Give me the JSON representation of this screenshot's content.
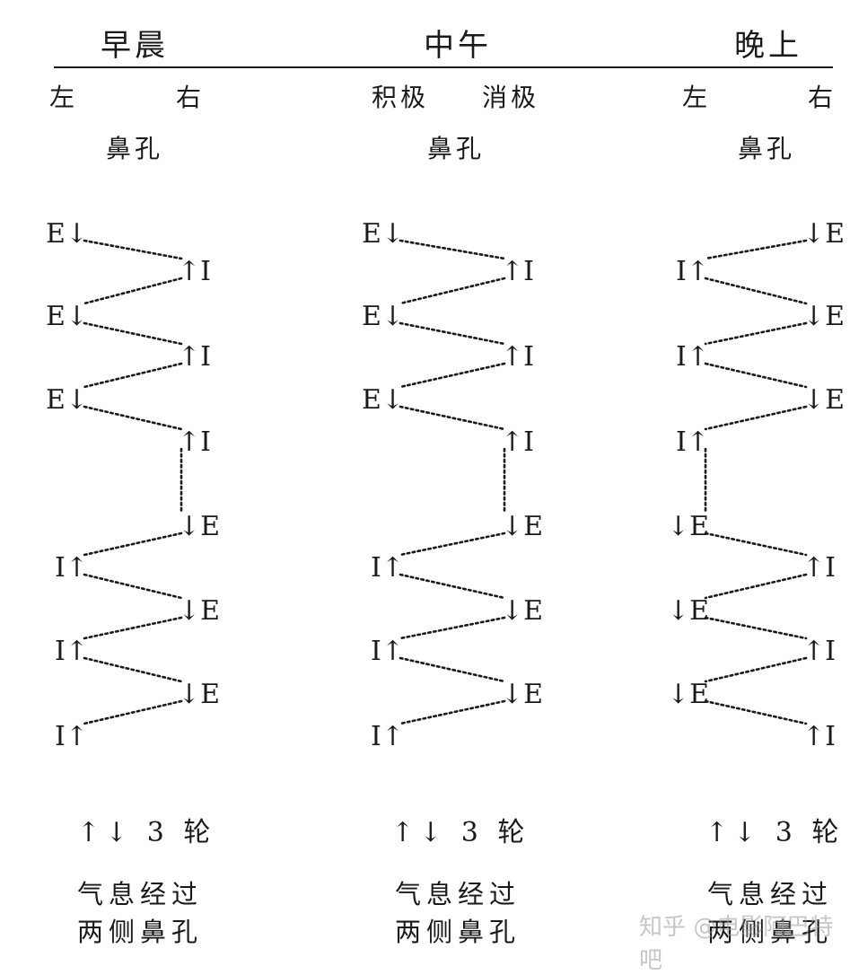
{
  "columns": [
    {
      "period": "早晨",
      "left_label": "左",
      "right_label": "右",
      "nostril_label": "鼻孔",
      "rounds_label": "↑↓ 3 轮",
      "note_line1": "气息经过",
      "note_line2": "两侧鼻孔",
      "top_phase": [
        "E↓",
        "↑I",
        "E↓",
        "↑I",
        "E↓",
        "↑I"
      ],
      "bottom_phase": [
        "↓E",
        "I↑",
        "↓E",
        "I↑",
        "↓E",
        "I↑"
      ]
    },
    {
      "period": "中午",
      "left_label": "积极",
      "right_label": "消极",
      "nostril_label": "鼻孔",
      "rounds_label": "↑↓ 3 轮",
      "note_line1": "气息经过",
      "note_line2": "两侧鼻孔",
      "top_phase": [
        "E↓",
        "↑I",
        "E↓",
        "↑I",
        "E↓",
        "↑I"
      ],
      "bottom_phase": [
        "↓E",
        "I↑",
        "↓E",
        "I↑",
        "↓E",
        "I↑"
      ]
    },
    {
      "period": "晚上",
      "left_label": "左",
      "right_label": "右",
      "nostril_label": "鼻孔",
      "rounds_label": "↑↓ 3 轮",
      "note_line1": "气息经过",
      "note_line2": "两侧鼻孔",
      "top_phase": [
        "↓E",
        "I↑",
        "↓E",
        "I↑",
        "↓E",
        "I↑"
      ],
      "bottom_phase": [
        "↓E",
        "↑I",
        "↓E",
        "↑I",
        "↓E",
        "↑I"
      ]
    }
  ],
  "watermark": "知乎 @电影阿巴特吧"
}
